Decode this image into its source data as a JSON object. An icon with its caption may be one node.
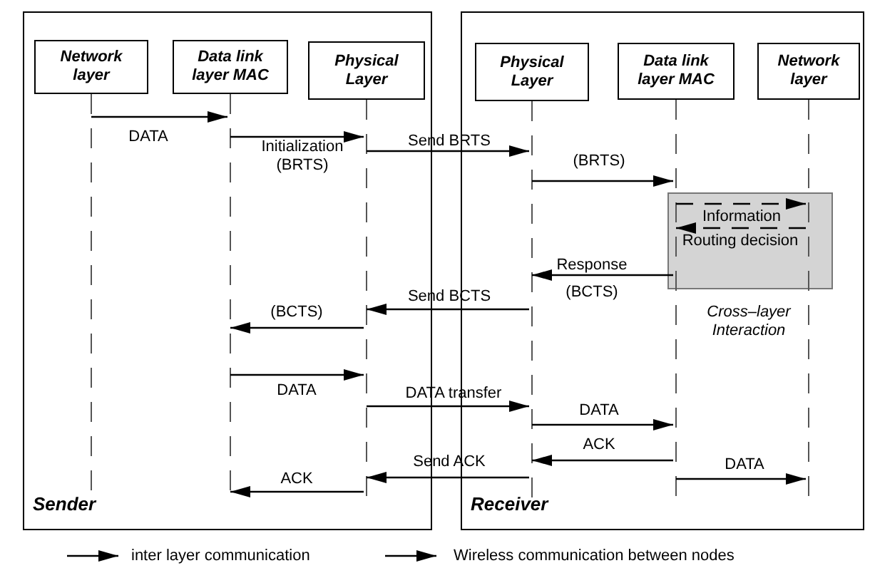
{
  "diagram": {
    "nodes": [
      {
        "text": [
          "Sender"
        ]
      },
      {
        "text": [
          "Network layer"
        ],
        "in": 0
      },
      {
        "text": [
          "Data link layer MAC"
        ],
        "in": 0
      },
      {
        "text": [
          "Physical Layer"
        ],
        "in": 0
      },
      {
        "text": [
          "Receiver"
        ]
      },
      {
        "text": [
          "Physical Layer"
        ],
        "in": 4
      },
      {
        "text": [
          "Data link layer MAC"
        ],
        "in": 4
      },
      {
        "text": [
          "Network layer"
        ],
        "in": 4
      }
    ],
    "edges": [
      {
        "from": 1,
        "to": 2,
        "arrow": "to",
        "label": "DATA"
      },
      {
        "from": 2,
        "to": 3,
        "arrow": "to",
        "label": "Initialization (BRTS)"
      },
      {
        "from": 3,
        "to": 5,
        "arrow": "to",
        "label": "Send BRTS"
      },
      {
        "from": 5,
        "to": 6,
        "arrow": "to",
        "label": "(BRTS)"
      },
      {
        "from": 6,
        "to": 7,
        "arrow": "to",
        "label": "Information",
        "style": "dashed"
      },
      {
        "from": 7,
        "to": 6,
        "arrow": "to",
        "label": "Routing decision",
        "style": "dashed"
      },
      {
        "from": 6,
        "to": 5,
        "arrow": "to",
        "label": "Response (BCTS)"
      },
      {
        "from": 5,
        "to": 3,
        "arrow": "to",
        "label": "Send BCTS"
      },
      {
        "from": 3,
        "to": 2,
        "arrow": "to",
        "label": "(BCTS)"
      },
      {
        "from": 2,
        "to": 3,
        "arrow": "to",
        "label": "DATA"
      },
      {
        "from": 3,
        "to": 5,
        "arrow": "to",
        "label": "DATA transfer"
      },
      {
        "from": 5,
        "to": 6,
        "arrow": "to",
        "label": "DATA"
      },
      {
        "from": 6,
        "to": 5,
        "arrow": "to",
        "label": "ACK"
      },
      {
        "from": 6,
        "to": 7,
        "arrow": "to",
        "label": "DATA"
      },
      {
        "from": 5,
        "to": 3,
        "arrow": "to",
        "label": "Send ACK"
      },
      {
        "from": 3,
        "to": 2,
        "arrow": "to",
        "label": "ACK"
      }
    ],
    "labels": [
      "Cross–layer Interaction"
    ],
    "legend": [
      {
        "text": "inter layer communication"
      },
      {
        "text": "Wireless communication between nodes"
      }
    ]
  }
}
